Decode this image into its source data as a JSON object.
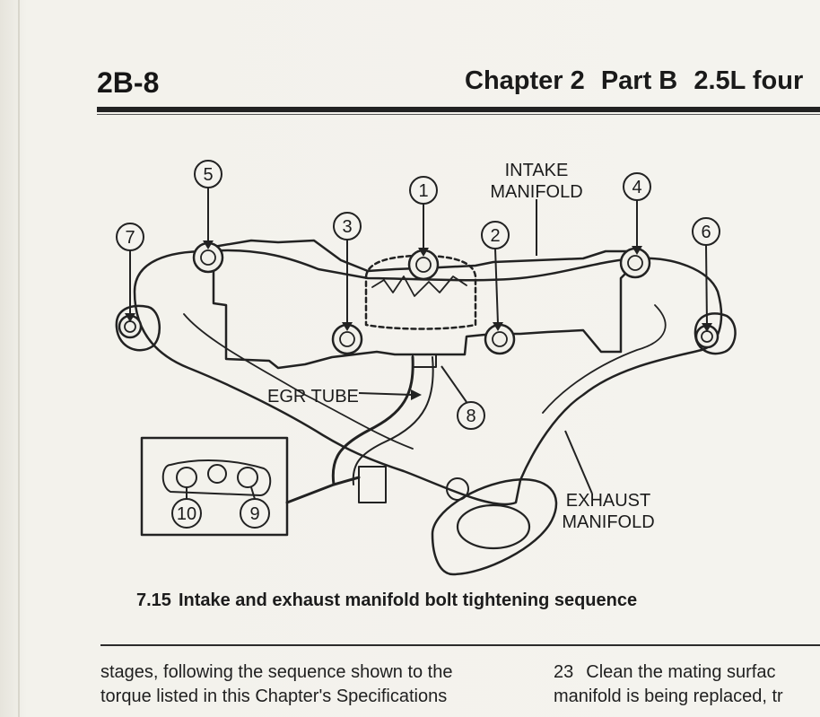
{
  "header": {
    "page_number": "2B-8",
    "chapter": "Chapter 2",
    "part": "Part B",
    "section": "2.5L four"
  },
  "figure": {
    "labels": {
      "intake_line1": "INTAKE",
      "intake_line2": "MANIFOLD",
      "egr": "EGR TUBE",
      "exhaust_line1": "EXHAUST",
      "exhaust_line2": "MANIFOLD"
    },
    "callouts": [
      "1",
      "2",
      "3",
      "4",
      "5",
      "6",
      "7",
      "8",
      "9",
      "10"
    ],
    "caption_number": "7.15",
    "caption_text": "Intake and exhaust manifold bolt tightening sequence"
  },
  "body": {
    "left_lines": [
      "stages, following the sequence shown to the",
      "torque listed in this Chapter's Specifications"
    ],
    "right_step_number": "23",
    "right_lines": [
      "Clean the mating surfac",
      "manifold is being replaced, tr"
    ]
  }
}
